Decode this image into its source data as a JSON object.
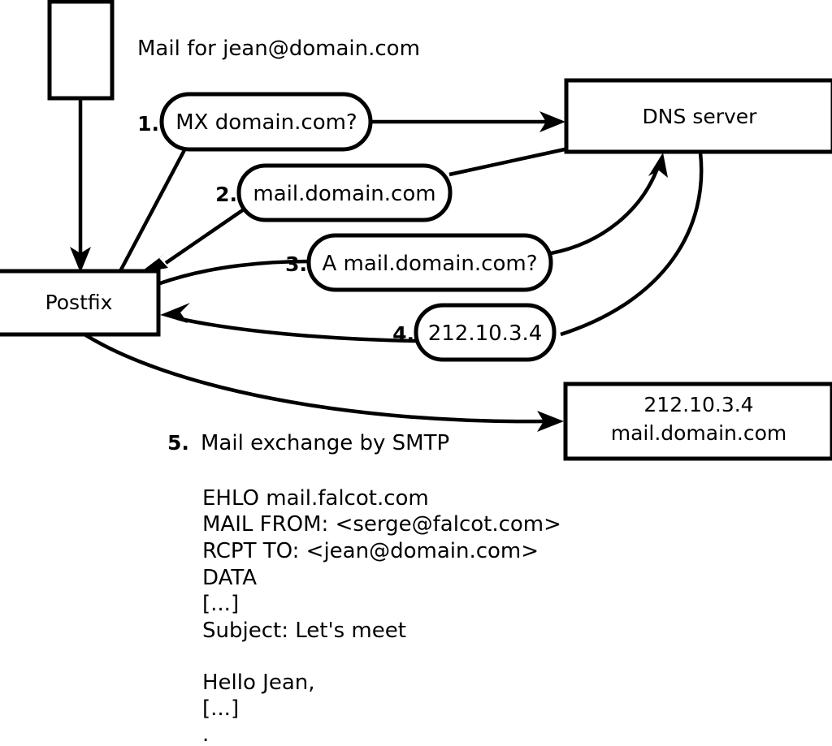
{
  "diagram": {
    "title_caption": "Mail for jean@domain.com",
    "nodes": {
      "sender_box": {
        "label": ""
      },
      "postfix": {
        "label": "Postfix"
      },
      "dns_server": {
        "label": "DNS server"
      },
      "target_server": {
        "line1": "212.10.3.4",
        "line2": "mail.domain.com"
      }
    },
    "steps": [
      {
        "number": "1.",
        "label": "MX domain.com?"
      },
      {
        "number": "2.",
        "label": "mail.domain.com"
      },
      {
        "number": "3.",
        "label": "A mail.domain.com?"
      },
      {
        "number": "4.",
        "label": "212.10.3.4"
      }
    ],
    "step5": {
      "number": "5.",
      "label": "Mail exchange by SMTP"
    },
    "smtp_transcript": [
      "EHLO mail.falcot.com",
      "MAIL FROM: <serge@falcot.com>",
      "RCPT TO: <jean@domain.com>",
      "DATA",
      "[...]",
      "Subject: Let's meet",
      "",
      "Hello Jean,",
      "[...]",
      "",
      "."
    ],
    "colors": {
      "stroke": "#000000",
      "fill": "#ffffff"
    }
  }
}
